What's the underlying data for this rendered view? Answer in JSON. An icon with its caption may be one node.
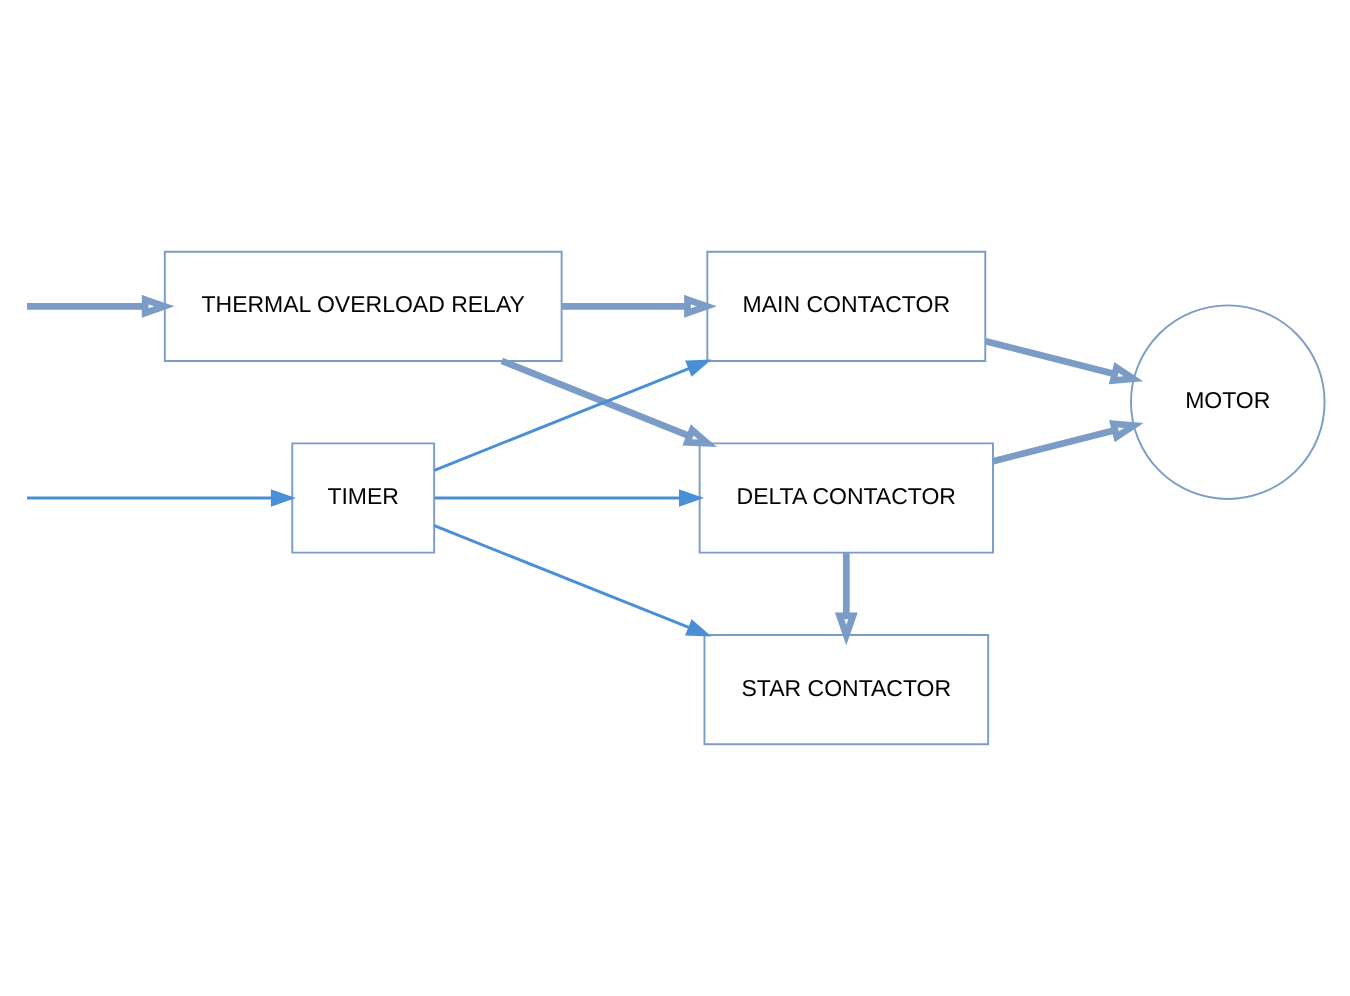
{
  "diagram": {
    "nodes": [
      {
        "text": [
          "THERMAL OVERLOAD RELAY"
        ]
      },
      {
        "text": [
          "MAIN CONTACTOR"
        ]
      },
      {
        "text": [
          "MOTOR"
        ]
      },
      {
        "text": [
          "TIMER"
        ]
      },
      {
        "text": [
          "DELTA CONTACTOR"
        ]
      },
      {
        "text": [
          "STAR CONTACTOR"
        ]
      }
    ],
    "edges": [
      {
        "from": null,
        "to": 0,
        "arrow": "to"
      },
      {
        "from": 0,
        "to": 1,
        "arrow": "to"
      },
      {
        "from": 0,
        "to": 4,
        "arrow": "to"
      },
      {
        "from": 1,
        "to": 2,
        "arrow": "to"
      },
      {
        "from": 4,
        "to": 2,
        "arrow": "to"
      },
      {
        "from": 4,
        "to": 5,
        "arrow": "to"
      },
      {
        "from": null,
        "to": 3,
        "arrow": "to",
        "color": "#4a8fd6"
      },
      {
        "from": 3,
        "to": 1,
        "arrow": "to",
        "color": "#4a8fd6"
      },
      {
        "from": 3,
        "to": 4,
        "arrow": "to",
        "color": "#4a8fd6"
      },
      {
        "from": 3,
        "to": 5,
        "arrow": "to",
        "color": "#4a8fd6"
      }
    ]
  }
}
